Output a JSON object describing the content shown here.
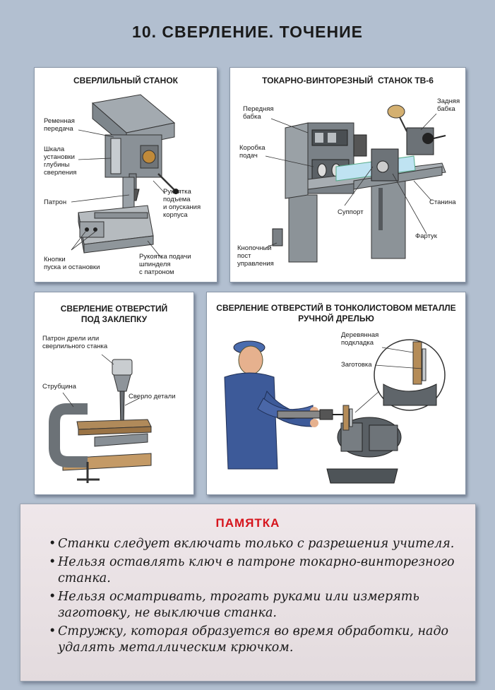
{
  "page": {
    "title": "10. СВЕРЛЕНИЕ. ТОЧЕНИЕ"
  },
  "drill_press": {
    "title": "СВЕРЛИЛЬНЫЙ СТАНОК",
    "labels": {
      "belt": "Ременная\nпередача",
      "scale": "Шкала\nустановки\nглубины\nсверления",
      "chuck": "Патрон",
      "lift_handle": "Рукоятка\nподъема\nи опускания\nкорпуса",
      "buttons": "Кнопки\nпуска и остановки",
      "feed_handle": "Рукоятка подачи\nшпинделя\nс патроном"
    }
  },
  "lathe": {
    "title": "ТОКАРНО-ВИНТОРЕЗНЫЙ  СТАНОК ТВ-6",
    "labels": {
      "headstock": "Передняя\nбабка",
      "tailstock": "Задняя\nбабка",
      "gearbox": "Коробка\nподач",
      "support": "Суппорт",
      "bed": "Станина",
      "apron": "Фартук",
      "control": "Кнопочный\nпост\nуправления"
    }
  },
  "rivet": {
    "title": "СВЕРЛЕНИЕ ОТВЕРСТИЙ\nПОД ЗАКЛЕПКУ",
    "labels": {
      "chuck": "Патрон дрели или\nсверлильного станка",
      "clamp": "Струбцина",
      "bit": "Сверло детали"
    }
  },
  "sheet": {
    "title": "СВЕРЛЕНИЕ ОТВЕРСТИЙ В ТОНКОЛИСТОВОМ МЕТАЛЛЕ\nРУЧНОЙ ДРЕЛЬЮ",
    "labels": {
      "pad": "Деревянная\nподкладка",
      "workpiece": "Заготовка"
    }
  },
  "memo": {
    "title": "ПАМЯТКА",
    "rules": [
      "Станки следует включать только с разрешения учителя.",
      "Нельзя оставлять ключ в патроне токарно-винторезного станка.",
      "Нельзя осматривать, трогать руками или измерять заготовку, не выключив станка.",
      "Стружку, которая образуется во время обработки, надо удалять металлическим крючком."
    ]
  },
  "colors": {
    "background": "#b2bfd0",
    "memo_title": "#d6141c",
    "machine": "#8d9499",
    "worker_coat": "#3d5a99"
  }
}
